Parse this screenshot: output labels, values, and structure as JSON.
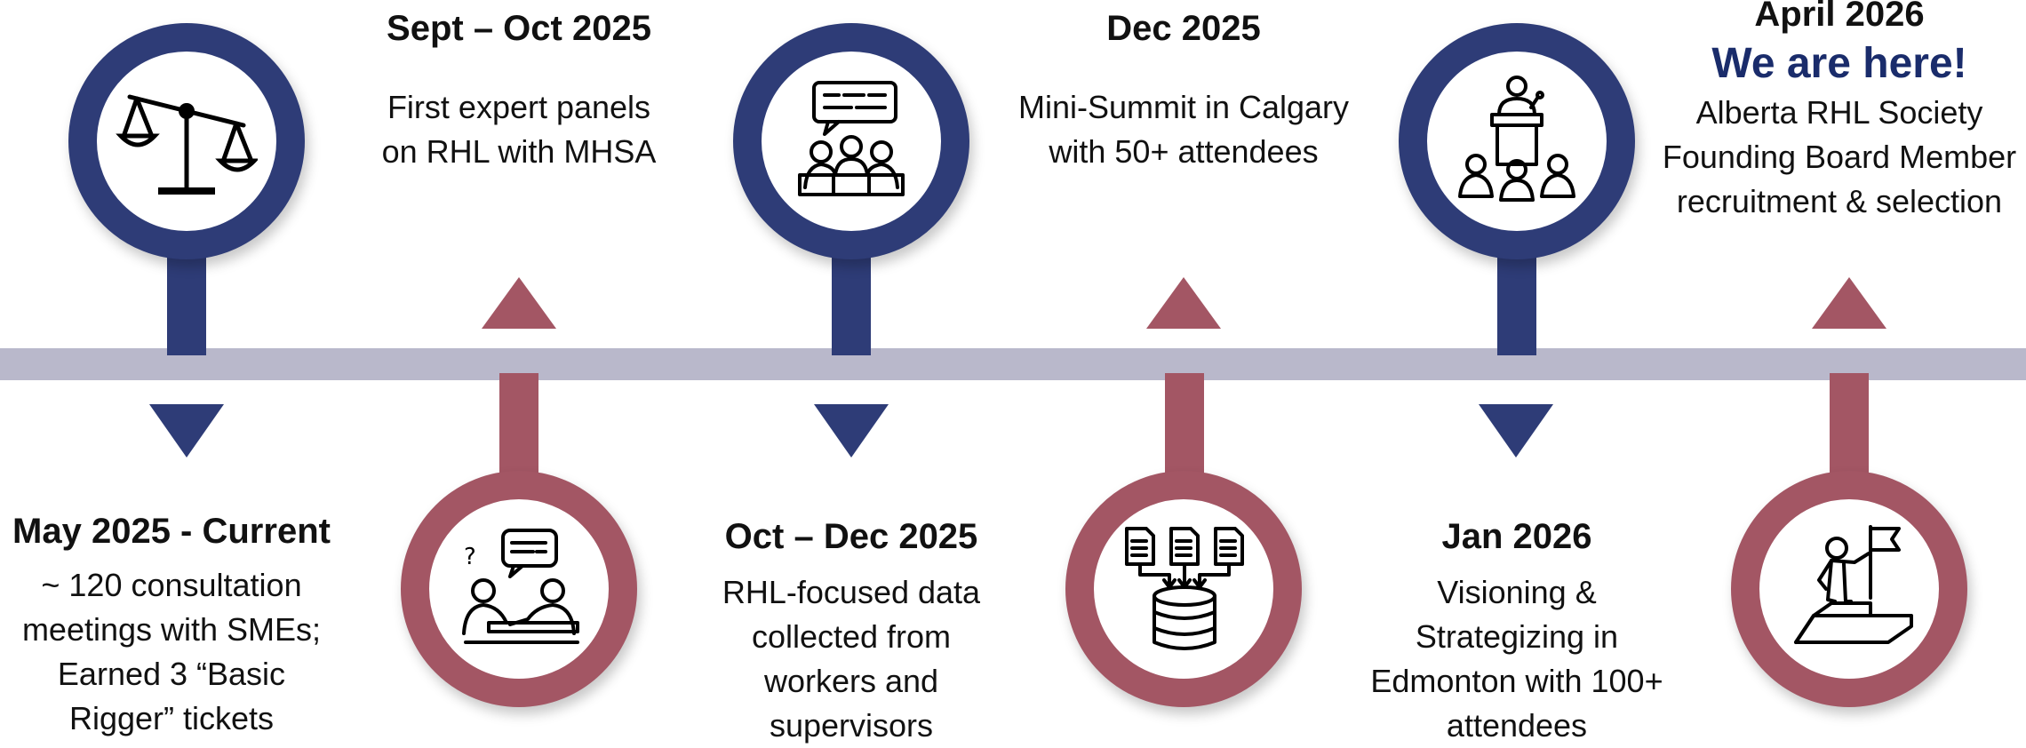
{
  "colors": {
    "navy": "#2e3c77",
    "maroon": "#a35664",
    "rail": "#b9b8cb",
    "highlight": "#1a2c6b"
  },
  "milestones": [
    {
      "date": "May 2025 - Current",
      "description": "~ 120 consultation\nmeetings with SMEs;\nEarned 3 “Basic\nRigger” tickets",
      "icon": "scales-of-justice-icon"
    },
    {
      "date": "Sept – Oct 2025",
      "description": "First expert panels\non RHL with MHSA",
      "icon": "group-discussion-icon"
    },
    {
      "date": "Oct – Dec 2025",
      "description": "RHL-focused data\ncollected from\nworkers and\nsupervisors",
      "icon": "meeting-table-icon"
    },
    {
      "date": "Dec 2025",
      "description": "Mini-Summit in Calgary\nwith 50+ attendees",
      "icon": "documents-to-database-icon"
    },
    {
      "date": "Jan 2026",
      "description": "Visioning &\nStrategizing in\nEdmonton with 100+\nattendees",
      "icon": "speaker-podium-icon"
    },
    {
      "date": "April 2026",
      "highlight": "We are here!",
      "description": "Alberta RHL Society\nFounding Board Member\nrecruitment & selection",
      "icon": "summit-flag-icon"
    }
  ]
}
